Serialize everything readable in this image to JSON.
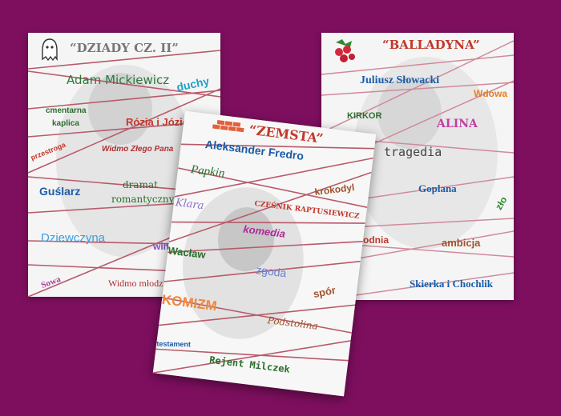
{
  "background_color": "#7e0f5f",
  "cards": {
    "dziady": {
      "title": "“DZIADY CZ. II”",
      "icon": "ghost-icon",
      "labels": {
        "author": "Adam Mickiewicz",
        "duchy": "duchy",
        "cmentarna": "cmentarna",
        "kaplica": "kaplica",
        "rozia": "Rózia i Józio",
        "przestroga": "przestroga",
        "widmo_zlego": "Widmo Złego Pana",
        "dramat": "dramat",
        "romantyczny": "romantyczny",
        "guslarz": "Guślarz",
        "dziewczyna": "Dziewczyna",
        "wina": "wina",
        "sowa": "Sowa",
        "widmo_mlodzi": "Widmo młodzi"
      }
    },
    "balladyna": {
      "title": "“BALLADYNA”",
      "icon": "raspberry-icon",
      "labels": {
        "author": "Juliusz Słowacki",
        "wdowa": "Wdowa",
        "kirkor": "KIRKOR",
        "alina": "ALINA",
        "tragedia": "tragedia",
        "goplana": "Goplana",
        "zlo": "zło",
        "odnia": "odnia",
        "ambicja": "ambicja",
        "skierka": "Skierka i Chochlik"
      }
    },
    "zemsta": {
      "title": "“ZEMSTA”",
      "icon": "brick-wall-icon",
      "labels": {
        "author": "Aleksander Fredro",
        "krokodyl": "krokodyl",
        "papkin": "Papkin",
        "klara": "Klara",
        "czesnik": "CZEŚNIK RAPTUSIEWICZ",
        "komedia": "komedia",
        "waclaw": "Wacław",
        "zgoda": "zgoda",
        "spor": "spór",
        "komizm": "KOMIZM",
        "podstolina": "Podstolina",
        "testament": "testament",
        "rejent": "Rejent Milczek"
      }
    }
  }
}
